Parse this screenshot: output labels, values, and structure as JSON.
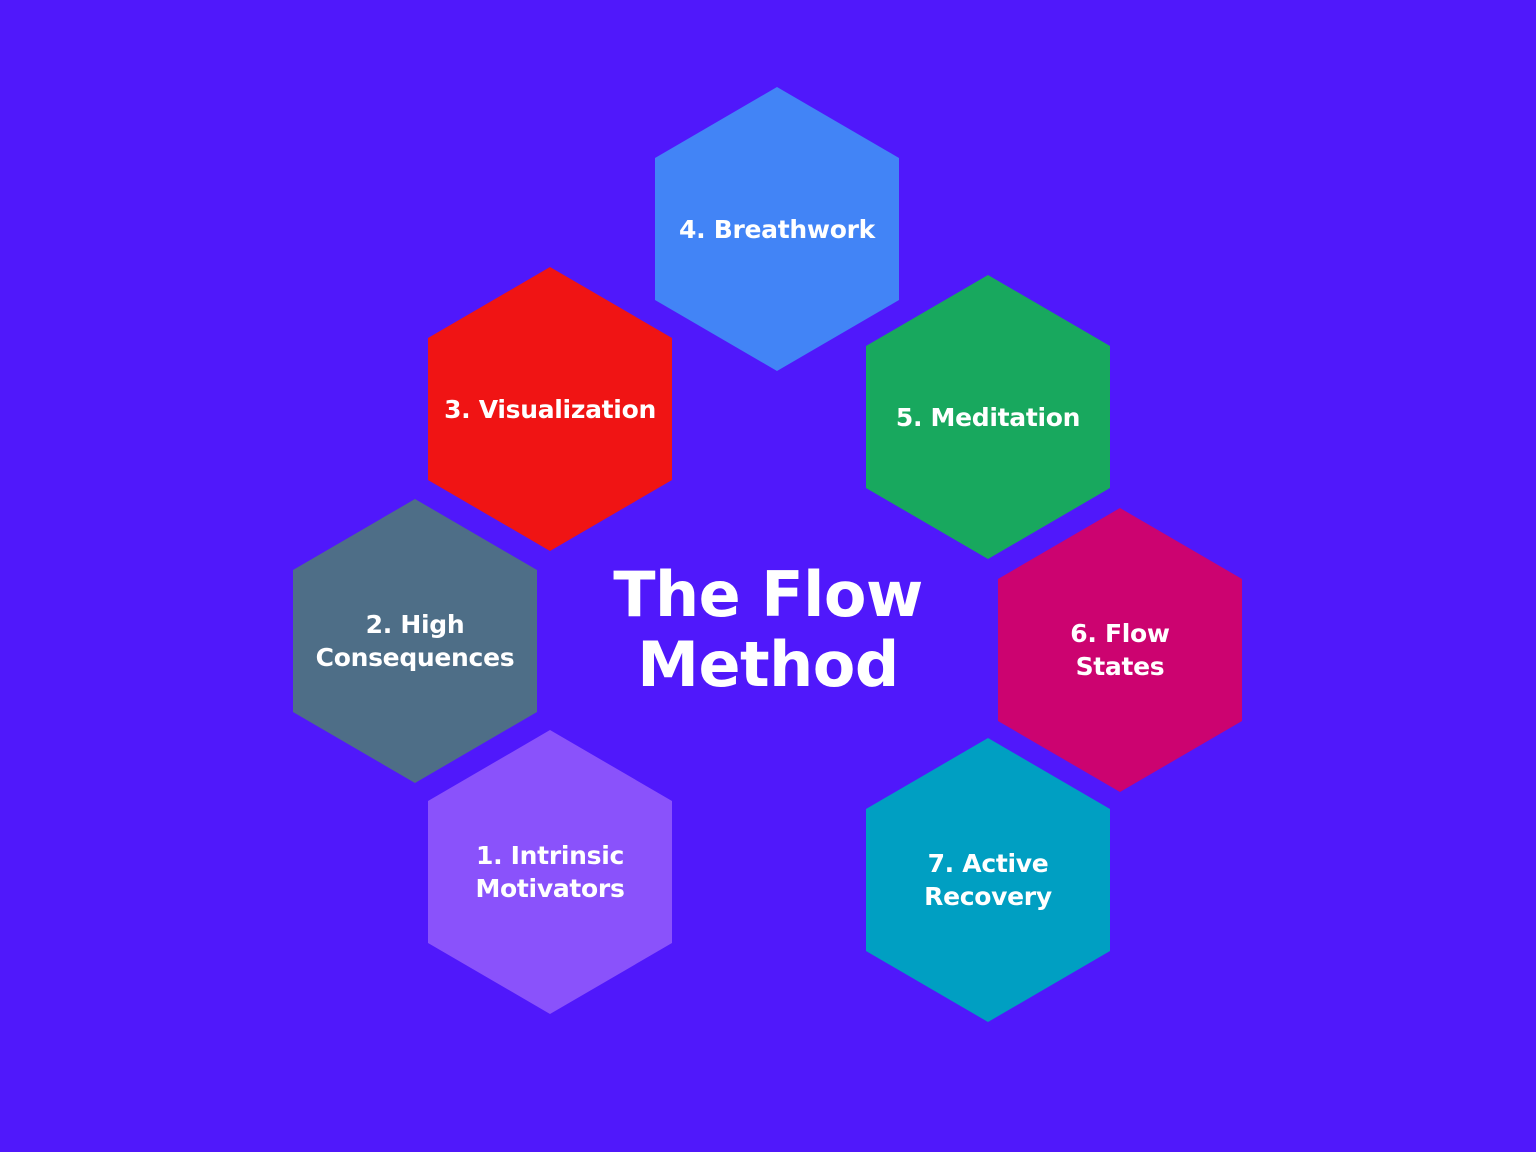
{
  "title": "The Flow\nMethod",
  "colors": {
    "background": "#5018fb",
    "text": "#ffffff"
  },
  "steps": [
    {
      "label": "1. Intrinsic\nMotivators",
      "color": "#8a52fb"
    },
    {
      "label": "2. High\nConsequences",
      "color": "#4e6e87"
    },
    {
      "label": "3. Visualization",
      "color": "#f01414"
    },
    {
      "label": "4. Breathwork",
      "color": "#4284f6"
    },
    {
      "label": "5. Meditation",
      "color": "#18a85e"
    },
    {
      "label": "6. Flow\nStates",
      "color": "#cc0370"
    },
    {
      "label": "7. Active\nRecovery",
      "color": "#009fc2"
    }
  ]
}
